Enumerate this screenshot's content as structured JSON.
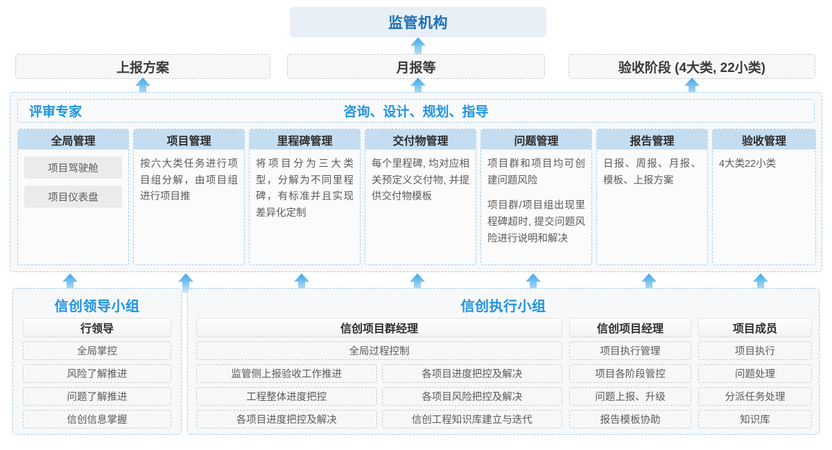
{
  "colors": {
    "accent_blue": "#1f93e0",
    "title_blue": "#1c6fb5",
    "header_fill": "#c5ddf0",
    "top_box_fill": "#e9eff6",
    "dashed_border": "#9ecdf0",
    "arrow_blue": "#3ba7e8"
  },
  "top": {
    "regulator": "监管机构",
    "submissions": [
      {
        "label": "上报方案"
      },
      {
        "label": "月报等"
      },
      {
        "label": "验收阶段 (4大类, 22小类)"
      }
    ]
  },
  "platform": {
    "head_left": "评审专家",
    "head_center": "咨询、设计、规划、指导",
    "columns": [
      {
        "title": "全局管理",
        "paragraphs": [],
        "pills": [
          "项目驾驶舱",
          "项目仪表盘"
        ]
      },
      {
        "title": "项目管理",
        "paragraphs": [
          "按六大类任务进行项目组分解，由项目组进行项目推"
        ],
        "pills": []
      },
      {
        "title": "里程碑管理",
        "paragraphs": [
          "将项目分为三大类型，分解为不同里程碑，有标准并且实现差异化定制"
        ],
        "pills": []
      },
      {
        "title": "交付物管理",
        "paragraphs": [
          "每个里程碑, 均对应相关预定义交付物, 并提供交付物模板"
        ],
        "pills": []
      },
      {
        "title": "问题管理",
        "paragraphs": [
          "项目群和项目均可创建问题风险",
          "项目群/项目组出现里程碑超时, 提交问题风险进行说明和解决"
        ],
        "pills": []
      },
      {
        "title": "报告管理",
        "paragraphs": [
          "日报、周报、月报、模板、上报方案"
        ],
        "pills": []
      },
      {
        "title": "验收管理",
        "paragraphs": [
          "4大类22小类"
        ],
        "pills": []
      }
    ]
  },
  "bottom": {
    "leader_group": {
      "title": "信创领导小组",
      "role": "行领导",
      "tasks": [
        "全局掌控",
        "风险了解推进",
        "问题了解推进",
        "信创信息掌握"
      ]
    },
    "exec_group": {
      "title": "信创执行小组",
      "program_manager": {
        "role": "信创项目群经理",
        "full_task": "全局过程控制",
        "left_tasks": [
          "监管侧上报验收工作推进",
          "工程整体进度把控",
          "各项目进度把控及解决"
        ],
        "right_tasks": [
          "各项目进度把控及解决",
          "各项目风险把控及解决",
          "信创工程知识库建立与迭代"
        ]
      },
      "project_manager": {
        "role": "信创项目经理",
        "tasks": [
          "项目执行管理",
          "项目各阶段管控",
          "问题上报、升级",
          "报告模板协助"
        ]
      },
      "member": {
        "role": "项目成员",
        "tasks": [
          "项目执行",
          "问题处理",
          "分派任务处理",
          "知识库"
        ]
      }
    }
  }
}
